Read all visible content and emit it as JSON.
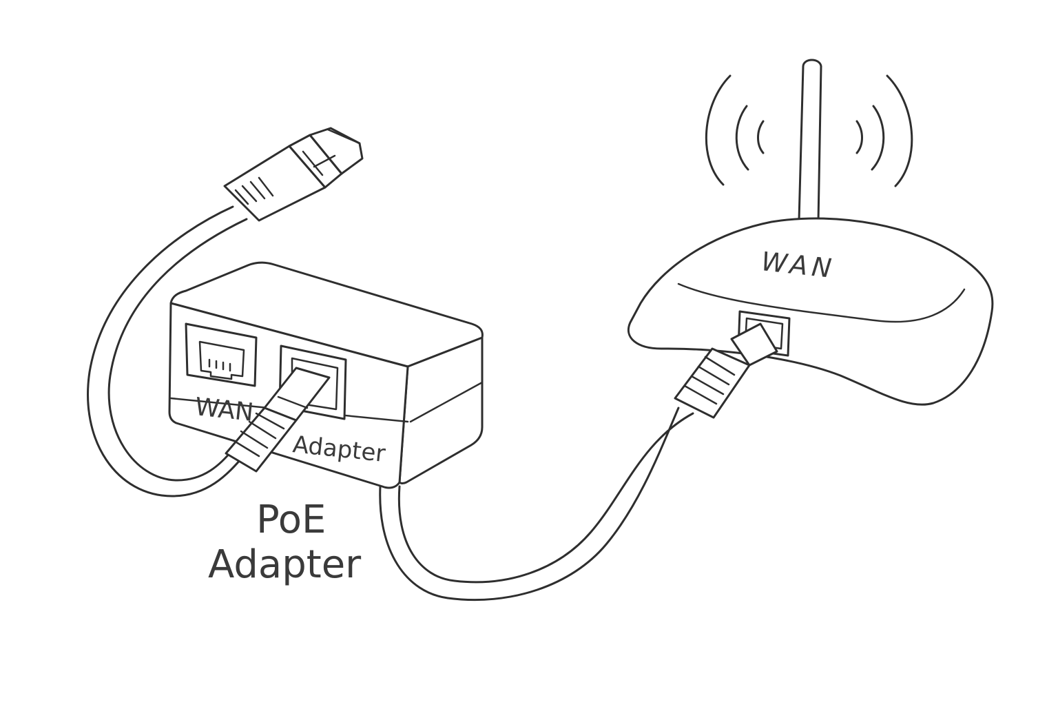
{
  "labels": {
    "adapter_port_wan": "WAN",
    "adapter_port_adapter": "Adapter",
    "caption_line1": "PoE",
    "caption_line2": "Adapter",
    "router_label": "WAN"
  },
  "colors": {
    "ink": "#2e2e2e",
    "text": "#3a3a3a",
    "background": "#ffffff"
  },
  "icons": [
    "ethernet-plug-icon",
    "rj45-port-icon",
    "wifi-signal-icon",
    "antenna-icon"
  ]
}
